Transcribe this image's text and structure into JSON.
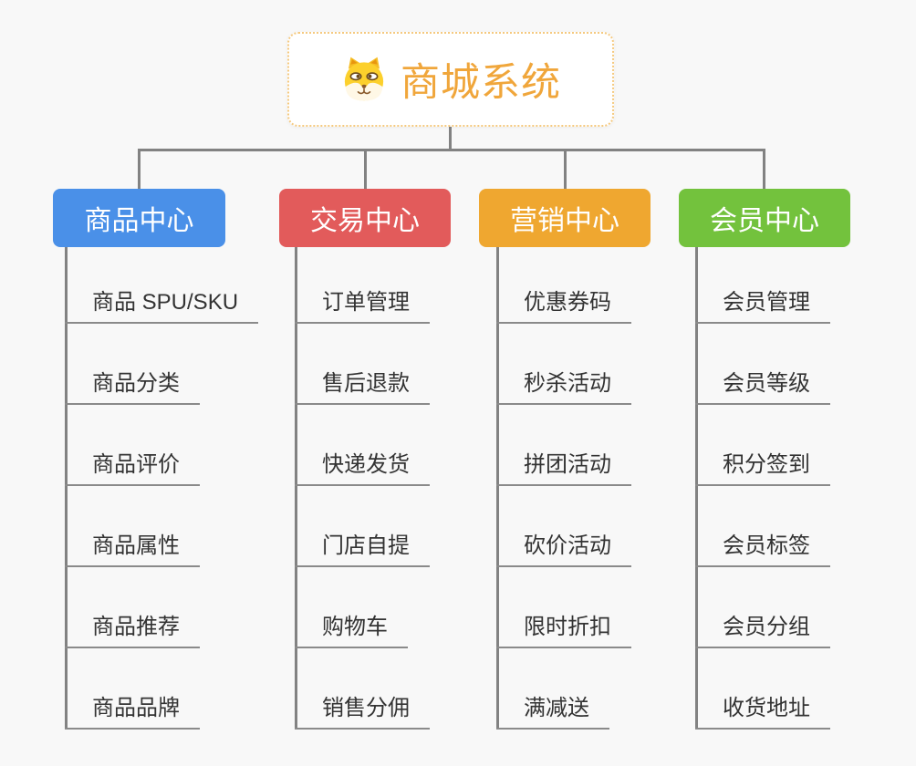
{
  "root": {
    "title": "商城系统",
    "icon": "shiba-dog-icon",
    "accent_color": "#F0A63B",
    "border_color": "#F5C97F",
    "background": "#FFFFFF"
  },
  "canvas": {
    "background_color": "#F8F8F8",
    "connector_color": "#828282",
    "child_underline_color": "#8A8A8A",
    "child_text_color": "#333333"
  },
  "branches": [
    {
      "label": "商品中心",
      "color": "#4A90E8",
      "items": [
        "商品 SPU/SKU",
        "商品分类",
        "商品评价",
        "商品属性",
        "商品推荐",
        "商品品牌"
      ]
    },
    {
      "label": "交易中心",
      "color": "#E25B5B",
      "items": [
        "订单管理",
        "售后退款",
        "快递发货",
        "门店自提",
        "购物车",
        "销售分佣"
      ]
    },
    {
      "label": "营销中心",
      "color": "#EFA730",
      "items": [
        "优惠券码",
        "秒杀活动",
        "拼团活动",
        "砍价活动",
        "限时折扣",
        "满减送"
      ]
    },
    {
      "label": "会员中心",
      "color": "#73C23D",
      "items": [
        "会员管理",
        "会员等级",
        "积分签到",
        "会员标签",
        "会员分组",
        "收货地址"
      ]
    }
  ]
}
